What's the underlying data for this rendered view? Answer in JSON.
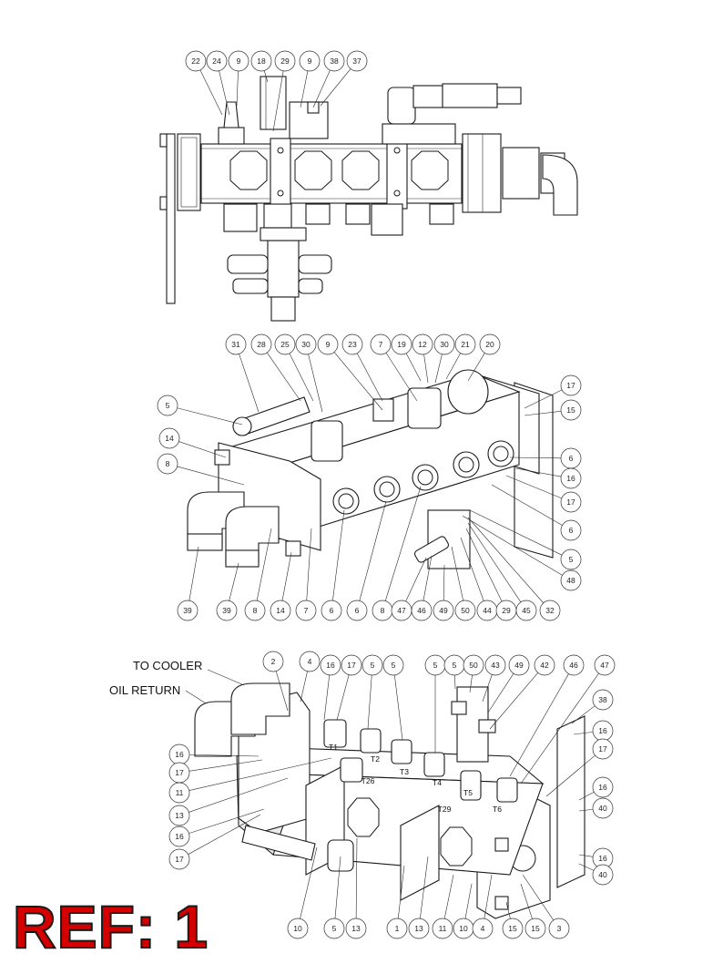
{
  "ref_label": "REF: 1",
  "labels": {
    "to_cooler": "TO COOLER",
    "oil_return": "OIL RETURN"
  },
  "ports": [
    "T1",
    "T2",
    "T3",
    "T4",
    "T5",
    "T6",
    "T26",
    "T29"
  ],
  "callouts": {
    "view_top": [
      "22",
      "24",
      "9",
      "18",
      "29",
      "9",
      "38",
      "37"
    ],
    "view_mid_top": [
      "31",
      "28",
      "25",
      "30",
      "9",
      "23",
      "7",
      "19",
      "12",
      "30",
      "21",
      "20"
    ],
    "view_mid_right": [
      "17",
      "15",
      "6",
      "16",
      "17",
      "6",
      "5",
      "48"
    ],
    "view_mid_left": [
      "5",
      "14",
      "8"
    ],
    "view_mid_bottom": [
      "39",
      "39",
      "8",
      "14",
      "7",
      "6",
      "6",
      "8",
      "47",
      "46",
      "49",
      "50",
      "44",
      "29",
      "45",
      "32"
    ],
    "view_bot_top": [
      "2",
      "4",
      "16",
      "17",
      "5",
      "5",
      "5",
      "5",
      "50",
      "43",
      "49",
      "42",
      "46",
      "47",
      "5"
    ],
    "view_bot_left": [
      "16",
      "17",
      "11",
      "13",
      "16",
      "17"
    ],
    "view_bot_right": [
      "38",
      "16",
      "17",
      "16",
      "40",
      "16",
      "40"
    ],
    "view_bot_bottom": [
      "10",
      "5",
      "13",
      "1",
      "13",
      "11",
      "10",
      "4",
      "15",
      "15",
      "3"
    ]
  },
  "colors": {
    "ref": "#d40000",
    "line": "#1a1a1a"
  }
}
